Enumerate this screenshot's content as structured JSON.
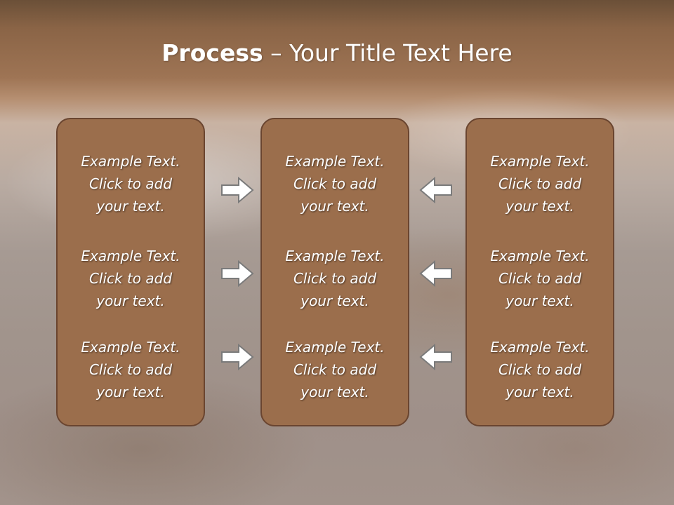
{
  "title": {
    "bold": "Process",
    "rest": " – Your Title Text Here"
  },
  "columns": [
    {
      "items": [
        {
          "line1": "Example Text.",
          "line2": "Click  to add",
          "line3": "your text."
        },
        {
          "line1": "Example Text.",
          "line2": "Click  to add",
          "line3": "your text."
        },
        {
          "line1": "Example Text.",
          "line2": "Click  to add",
          "line3": "your text."
        }
      ]
    },
    {
      "items": [
        {
          "line1": "Example Text.",
          "line2": "Click  to add",
          "line3": "your text."
        },
        {
          "line1": "Example Text.",
          "line2": "Click  to add",
          "line3": "your text."
        },
        {
          "line1": "Example Text.",
          "line2": "Click  to add",
          "line3": "your text."
        }
      ]
    },
    {
      "items": [
        {
          "line1": "Example Text.",
          "line2": "Click  to add",
          "line3": "your text."
        },
        {
          "line1": "Example Text.",
          "line2": "Click  to add",
          "line3": "your text."
        },
        {
          "line1": "Example Text.",
          "line2": "Click  to add",
          "line3": "your text."
        }
      ]
    }
  ],
  "arrows": {
    "left_group": [
      "arrow-right-icon",
      "arrow-right-icon",
      "arrow-right-icon"
    ],
    "right_group": [
      "arrow-left-icon",
      "arrow-left-icon",
      "arrow-left-icon"
    ]
  },
  "colors": {
    "panel_fill": "#9b6e4c",
    "panel_border": "#6a4530",
    "arrow_fill": "#ffffff",
    "arrow_stroke": "#7a7a7a"
  }
}
